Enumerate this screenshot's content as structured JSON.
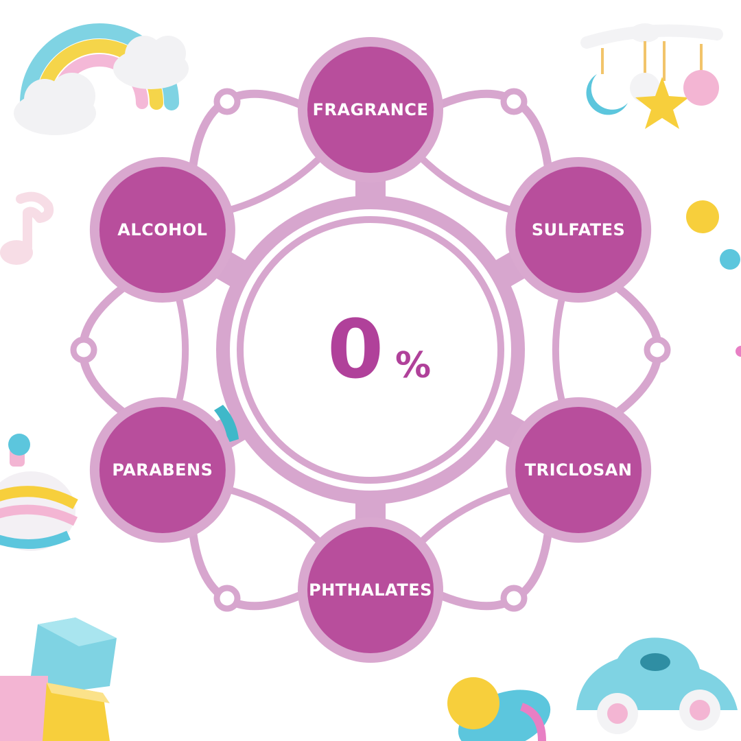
{
  "center": {
    "value": "0",
    "unit": "%"
  },
  "ingredients": [
    {
      "label": "FRAGRANCE"
    },
    {
      "label": "SULFATES"
    },
    {
      "label": "TRICLOSAN"
    },
    {
      "label": "PHTHALATES"
    },
    {
      "label": "PARABENS"
    },
    {
      "label": "ALCOHOL"
    }
  ],
  "colors": {
    "node_fill": "#b84e9c",
    "node_ring": "#d9a8cf",
    "connector": "#d7a6ce",
    "center_text": "#b0419a",
    "accent_teal": "#3fb8c9"
  },
  "decorations": [
    {
      "icon": "rainbow-icon"
    },
    {
      "icon": "baby-mobile-icon"
    },
    {
      "icon": "music-note-icon"
    },
    {
      "icon": "spinning-top-icon"
    },
    {
      "icon": "toy-blocks-icon"
    },
    {
      "icon": "pacifier-icon"
    },
    {
      "icon": "toy-car-icon"
    },
    {
      "icon": "ball-icon"
    }
  ]
}
